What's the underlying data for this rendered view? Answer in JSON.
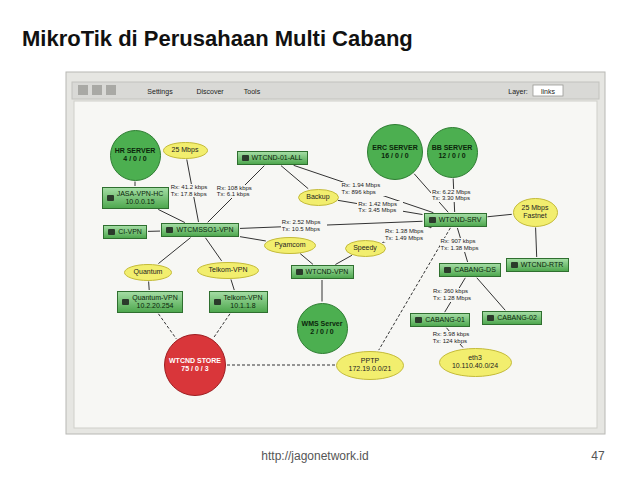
{
  "diagram": {
    "title": "MikroTik di Perusahaan Multi Cabang",
    "nodes": [
      {
        "text": [
          "HR SERVER",
          "4 / 0 / 0"
        ]
      },
      {
        "text": [
          "25 Mbps"
        ]
      },
      {
        "text": [
          "WTCND-01-ALL"
        ]
      },
      {
        "text": [
          "ERC SERVER",
          "16 / 0 / 0"
        ]
      },
      {
        "text": [
          "BB SERVER",
          "12 / 0 / 0"
        ]
      },
      {
        "text": [
          "JASA-VPN-HC",
          "10.0.0.15"
        ]
      },
      {
        "text": [
          "Backup"
        ]
      },
      {
        "text": [
          "WTCND-SRV"
        ]
      },
      {
        "text": [
          "25 Mbps",
          "Fastnet"
        ]
      },
      {
        "text": [
          "CI-VPN"
        ]
      },
      {
        "text": [
          "WTCMSSO1-VPN"
        ]
      },
      {
        "text": [
          "Pyamcom"
        ]
      },
      {
        "text": [
          "Speedy"
        ]
      },
      {
        "text": [
          "WTCND-RTR"
        ]
      },
      {
        "text": [
          "Quantum"
        ]
      },
      {
        "text": [
          "Telkom-VPN"
        ]
      },
      {
        "text": [
          "WTCND-VPN"
        ]
      },
      {
        "text": [
          "CABANG-DS"
        ]
      },
      {
        "text": [
          "Quantum-VPN",
          "10.2.20.254"
        ]
      },
      {
        "text": [
          "Telkom-VPN",
          "10.1.1.8"
        ]
      },
      {
        "text": [
          "WMS Server",
          "2 / 0 / 0"
        ]
      },
      {
        "text": [
          "CABANG-01"
        ]
      },
      {
        "text": [
          "CABANG-02"
        ]
      },
      {
        "text": [
          "PPTP",
          "172.19.0.0/21"
        ]
      },
      {
        "text": [
          "eth3",
          "10.110.40.0/24"
        ]
      },
      {
        "text": [
          "WTCND STORE",
          "75 / 0 / 3"
        ]
      }
    ],
    "edges": [
      {
        "from": 0,
        "to": 5,
        "arrow": "none"
      },
      {
        "from": 5,
        "to": 10,
        "arrow": "none"
      },
      {
        "from": 1,
        "to": 10,
        "label": "Rx: 41.2 kbps Tx: 17.8 kbps",
        "arrow": "none"
      },
      {
        "from": 9,
        "to": 10,
        "arrow": "none"
      },
      {
        "from": 10,
        "to": 2,
        "label": "Rx: 108 kbps Tx: 6.1 kbps",
        "arrow": "none"
      },
      {
        "from": 10,
        "to": 7,
        "label": "Rx: 2.52 Mbps Tx: 10.5 Mbps",
        "arrow": "none"
      },
      {
        "from": 2,
        "to": 7,
        "label": "Rx: 1.94 Mbps Tx: 896 kbps",
        "arrow": "none"
      },
      {
        "from": 2,
        "to": 6,
        "arrow": "none"
      },
      {
        "from": 6,
        "to": 7,
        "label": "Rx: 1.42 Mbps Tx: 3.45 Mbps",
        "arrow": "none"
      },
      {
        "from": 10,
        "to": 11,
        "arrow": "none"
      },
      {
        "from": 11,
        "to": 16,
        "arrow": "none"
      },
      {
        "from": 16,
        "to": 12,
        "arrow": "none"
      },
      {
        "from": 12,
        "to": 7,
        "label": "Rx: 1.38 Mbps Tx: 1.49 Mbps",
        "arrow": "none"
      },
      {
        "from": 10,
        "to": 14,
        "arrow": "none"
      },
      {
        "from": 10,
        "to": 15,
        "arrow": "none"
      },
      {
        "from": 14,
        "to": 18,
        "arrow": "none"
      },
      {
        "from": 15,
        "to": 19,
        "arrow": "none"
      },
      {
        "from": 18,
        "to": 25,
        "arrow": "none"
      },
      {
        "from": 19,
        "to": 25,
        "arrow": "none"
      },
      {
        "from": 16,
        "to": 20,
        "arrow": "none"
      },
      {
        "from": 3,
        "to": 7,
        "arrow": "none"
      },
      {
        "from": 4,
        "to": 7,
        "label": "Rx: 6.22 Mbps Tx: 3.30 Mbps",
        "arrow": "none"
      },
      {
        "from": 7,
        "to": 8,
        "arrow": "none"
      },
      {
        "from": 8,
        "to": 13,
        "arrow": "none"
      },
      {
        "from": 7,
        "to": 17,
        "label": "Rx: 907 kbps Tx: 1.38 Mbps",
        "arrow": "none"
      },
      {
        "from": 17,
        "to": 21,
        "label": "Rx: 360 kbps Tx: 1.28 Mbps",
        "arrow": "none"
      },
      {
        "from": 17,
        "to": 22,
        "arrow": "none"
      },
      {
        "from": 21,
        "to": 24,
        "label": "Rx: 5.98 kbps Tx: 124 kbps",
        "arrow": "none"
      },
      {
        "from": 7,
        "to": 23,
        "arrow": "none"
      },
      {
        "from": 23,
        "to": 25,
        "arrow": "none"
      }
    ],
    "labels": [
      "Settings",
      "Discover",
      "Tools",
      "Layer:",
      "links",
      "http://jagonetwork.id",
      "47"
    ]
  }
}
